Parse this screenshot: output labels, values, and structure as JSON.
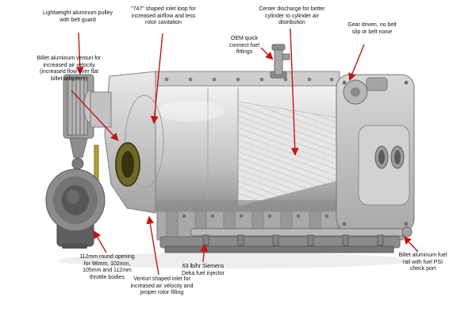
{
  "title": "Supercharger feature callout diagram",
  "colors": {
    "arrow": "#c41414",
    "background": "#ffffff",
    "seal_accent": "#6e682b"
  },
  "diagram": {
    "callouts": [
      {
        "id": "pulley",
        "text": "Lightweight aluminum pulley with belt guard"
      },
      {
        "id": "inlet-loop",
        "text": "\"747\" shaped inlet loop for increased airflow and less rotor cavitation"
      },
      {
        "id": "center-discharge",
        "text": "Center discharge for better cylinder to cylinder air distribution"
      },
      {
        "id": "gear-drive",
        "text": "Gear driven, no belt slip or belt noise"
      },
      {
        "id": "billet-venturi",
        "text": "Billet aluminum venturi for increased air velocity (increased flow over flat billet adapters)"
      },
      {
        "id": "oem-fuel-fittings",
        "text": "OEM quick connect fuel fittings"
      },
      {
        "id": "throttle-opening",
        "text": "112mm round opening for 98mm, 102mm, 105mm and 112mm throttle bodies"
      },
      {
        "id": "venturi-inlet",
        "text": "Venturi shaped inlet for increased air velocity and proper rotor filling"
      },
      {
        "id": "fuel-injector",
        "text": "63 lb/hr Siemens Deka fuel injector"
      },
      {
        "id": "fuel-rail",
        "text": "Billet aluminum fuel rail with fuel PSI check port"
      }
    ]
  }
}
